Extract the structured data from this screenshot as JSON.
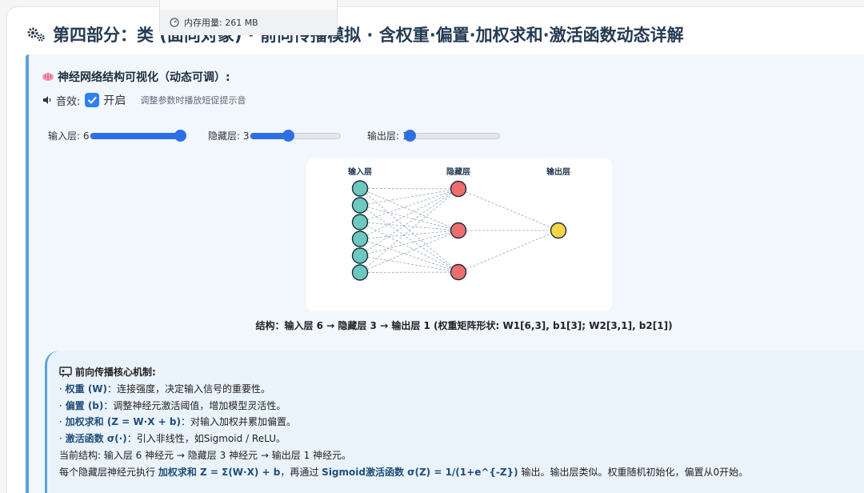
{
  "tooltip": {
    "memory_text": "内存用量: 261 MB"
  },
  "section": {
    "title": "第四部分：类 (面向对象) · 前向传播模拟 · 含权重·偏置·加权求和·激活函数动态详解"
  },
  "viz": {
    "heading": "神经网络结构可视化（动态可调）:",
    "sound": {
      "label": "音效:",
      "state": "开启",
      "checked": true,
      "hint": "调整参数时播放短促提示音"
    },
    "sliders": [
      {
        "label": "输入层: 6",
        "value": 6,
        "min": 1,
        "max": 6,
        "fill_fraction": 1.0
      },
      {
        "label": "隐藏层: 3",
        "value": 3,
        "min": 1,
        "max": 6,
        "fill_fraction": 0.42
      },
      {
        "label": "输出层: 1",
        "value": 1,
        "min": 1,
        "max": 6,
        "fill_fraction": 0.0
      }
    ],
    "network": {
      "layer_titles": [
        "输入层",
        "隐藏层",
        "输出层"
      ],
      "input_count": 6,
      "hidden_count": 3,
      "output_count": 1,
      "colors": {
        "input": "#6cc9bd",
        "hidden": "#ee6e6e",
        "output": "#f5d547",
        "edge": "#9aa8b8"
      }
    },
    "caption": "结构：输入层 6 → 隐藏层 3 → 输出层 1 (权重矩阵形状: W1[6,3], b1[3]; W2[3,1], b2[1])"
  },
  "mechanism": {
    "title": "前向传播核心机制:",
    "items": [
      {
        "term": "权重 (W)",
        "desc": "：连接强度，决定输入信号的重要性。"
      },
      {
        "term": "偏置 (b)",
        "desc": "：调整神经元激活阈值，增加模型灵活性。"
      },
      {
        "term": "加权求和 (Z = W·X + b)",
        "desc": "：对输入加权并累加偏置。"
      },
      {
        "term": "激活函数 σ(·)",
        "desc": "：引入非线性，如Sigmoid / ReLU。"
      }
    ],
    "current_structure": "当前结构: 输入层 6 神经元 → 隐藏层 3 神经元 → 输出层 1 神经元。",
    "detail": {
      "prefix": "每个隐藏层神经元执行 ",
      "term1": "加权求和 Z = Σ(W·X) + b",
      "middle": "，再通过 ",
      "term2": "Sigmoid激活函数 σ(Z) = 1/(1+e^{-Z})",
      "suffix": " 输出。输出层类似。权重随机初始化，偏置从0开始。"
    }
  }
}
